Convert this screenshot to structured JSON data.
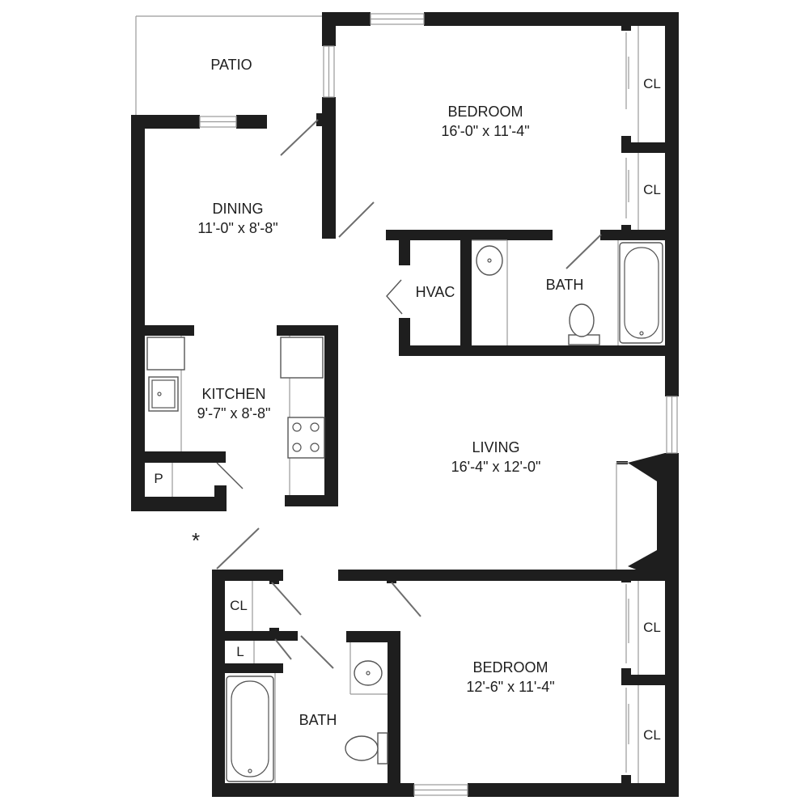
{
  "rooms": {
    "patio": {
      "name": "PATIO"
    },
    "bedroom1": {
      "name": "BEDROOM",
      "dims": "16'-0\" x 11'-4\""
    },
    "dining": {
      "name": "DINING",
      "dims": "11'-0\" x 8'-8\""
    },
    "hvac": {
      "name": "HVAC"
    },
    "bath1": {
      "name": "BATH"
    },
    "kitchen": {
      "name": "KITCHEN",
      "dims": "9'-7\" x 8'-8\""
    },
    "living": {
      "name": "LIVING",
      "dims": "16'-4\" x 12'-0\""
    },
    "pantry": {
      "name": "P"
    },
    "bedroom2": {
      "name": "BEDROOM",
      "dims": "12'-6\" x 11'-4\""
    },
    "bath2": {
      "name": "BATH"
    },
    "closet_hall": {
      "name": "CL"
    },
    "linen": {
      "name": "L"
    },
    "closet_b1_top": {
      "name": "CL"
    },
    "closet_b1_bottom": {
      "name": "CL"
    },
    "closet_b2_top": {
      "name": "CL"
    },
    "closet_b2_bottom": {
      "name": "CL"
    }
  },
  "marker": {
    "symbol": "*"
  }
}
